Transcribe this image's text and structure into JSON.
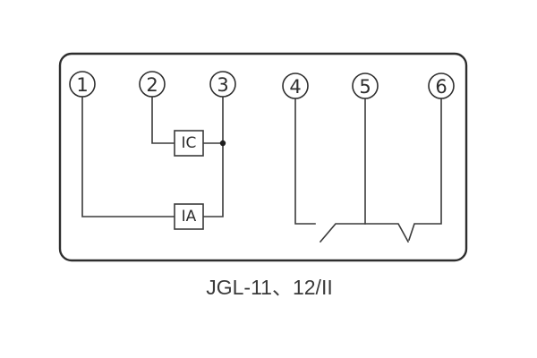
{
  "diagram": {
    "terminals": [
      "1",
      "2",
      "3",
      "4",
      "5",
      "6"
    ],
    "coils": {
      "ic_label": "IC",
      "ia_label": "IA"
    },
    "caption": "JGL-11、12/II",
    "colors": {
      "line": "#3a3a3a",
      "frame": "#2e2e2e",
      "background": "#ffffff"
    }
  }
}
